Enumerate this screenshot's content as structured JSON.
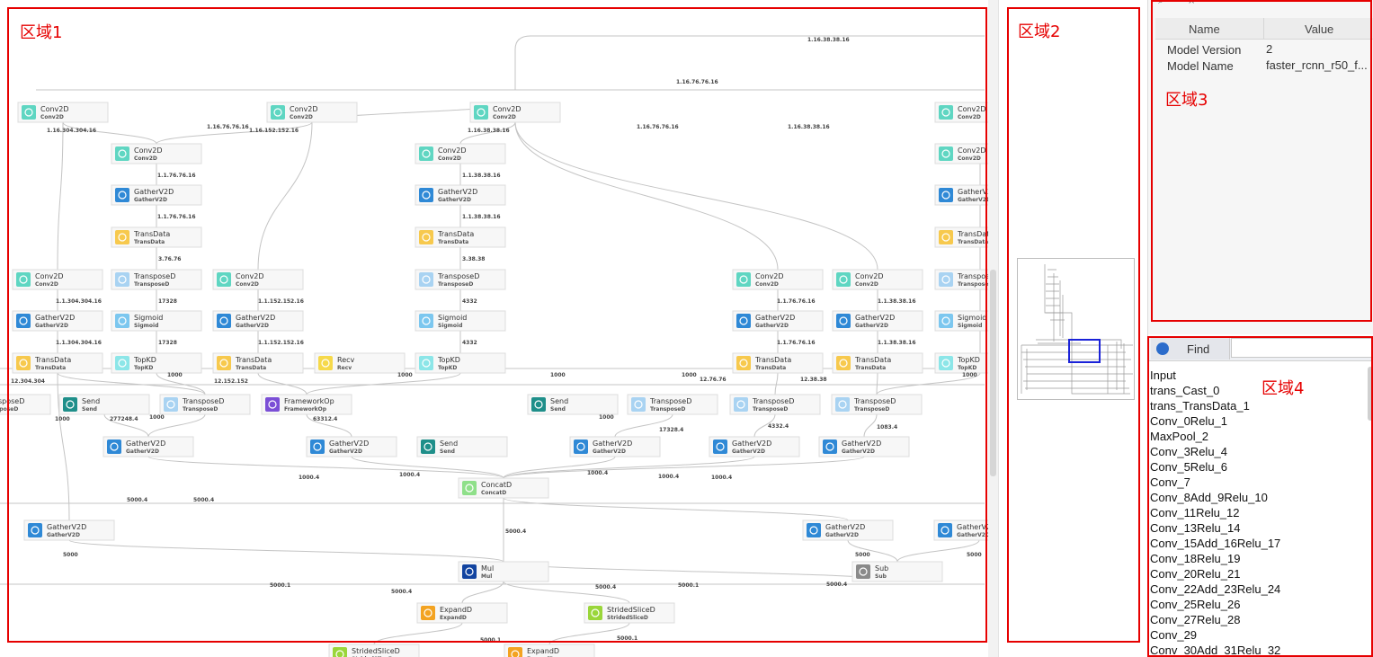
{
  "regions": {
    "r1": "区域1",
    "r2": "区域2",
    "r3": "区域3",
    "r4": "区域4"
  },
  "properties": {
    "columns": {
      "name": "Name",
      "value": "Value"
    },
    "rows": [
      {
        "name": "Model Version",
        "value": "2"
      },
      {
        "name": "Model Name",
        "value": "faster_rcnn_r50_f..."
      }
    ]
  },
  "find": {
    "tab_label": "Find",
    "input_value": "",
    "items": [
      "Input",
      "trans_Cast_0",
      "trans_TransData_1",
      "Conv_0Relu_1",
      "MaxPool_2",
      "Conv_3Relu_4",
      "Conv_5Relu_6",
      "Conv_7",
      "Conv_8Add_9Relu_10",
      "Conv_11Relu_12",
      "Conv_13Relu_14",
      "Conv_15Add_16Relu_17",
      "Conv_18Relu_19",
      "Conv_20Relu_21",
      "Conv_22Add_23Relu_24",
      "Conv_25Relu_26",
      "Conv_27Relu_28",
      "Conv_29",
      "Conv_30Add_31Relu_32"
    ]
  },
  "graph": {
    "ops": {
      "Conv2D": {
        "sub": "Conv2D",
        "color": "#5fd6c2"
      },
      "GatherV2D": {
        "sub": "GatherV2D",
        "color": "#2f89d6"
      },
      "TransData": {
        "sub": "TransData",
        "color": "#f7c94d"
      },
      "TransposeD": {
        "sub": "TransposeD",
        "color": "#a9d3f2"
      },
      "Sigmoid": {
        "sub": "Sigmoid",
        "color": "#7cc7ef"
      },
      "TopKD": {
        "sub": "TopKD",
        "color": "#8ce6e8"
      },
      "Recv": {
        "sub": "Recv",
        "color": "#f6d94a"
      },
      "Send": {
        "sub": "Send",
        "color": "#1f8f8a"
      },
      "FrameworkOp": {
        "sub": "FrameworkOp",
        "color": "#7b4fd6"
      },
      "ConcatD": {
        "sub": "ConcatD",
        "color": "#8fe08a"
      },
      "Mul": {
        "sub": "Mul",
        "color": "#1244a0"
      },
      "Sub": {
        "sub": "Sub",
        "color": "#8a8a8a"
      },
      "ExpandD": {
        "sub": "ExpandD",
        "color": "#f3a321"
      },
      "StridedSliceD": {
        "sub": "StridedSliceD",
        "color": "#9ad63a"
      }
    },
    "nodes": [
      {
        "id": "c1",
        "op": "Conv2D"
      },
      {
        "id": "c2",
        "op": "Conv2D"
      },
      {
        "id": "c3",
        "op": "Conv2D"
      },
      {
        "id": "c4",
        "op": "Conv2D"
      },
      {
        "id": "c5",
        "op": "Conv2D"
      },
      {
        "id": "c6",
        "op": "Conv2D"
      },
      {
        "id": "c7",
        "op": "Conv2D"
      },
      {
        "id": "g1",
        "op": "GatherV2D"
      },
      {
        "id": "g2",
        "op": "GatherV2D"
      },
      {
        "id": "g3",
        "op": "GatherV2D"
      },
      {
        "id": "t1",
        "op": "TransData"
      },
      {
        "id": "t2",
        "op": "TransData"
      },
      {
        "id": "t3",
        "op": "TransData"
      },
      {
        "id": "c8",
        "op": "Conv2D"
      },
      {
        "id": "tr1",
        "op": "TransposeD"
      },
      {
        "id": "c9",
        "op": "Conv2D"
      },
      {
        "id": "tr2",
        "op": "TransposeD"
      },
      {
        "id": "c10",
        "op": "Conv2D"
      },
      {
        "id": "c11",
        "op": "Conv2D"
      },
      {
        "id": "tr3",
        "op": "TransposeD"
      },
      {
        "id": "g4",
        "op": "GatherV2D"
      },
      {
        "id": "s1",
        "op": "Sigmoid"
      },
      {
        "id": "g5",
        "op": "GatherV2D"
      },
      {
        "id": "s2",
        "op": "Sigmoid"
      },
      {
        "id": "g6",
        "op": "GatherV2D"
      },
      {
        "id": "g7",
        "op": "GatherV2D"
      },
      {
        "id": "s3",
        "op": "Sigmoid"
      },
      {
        "id": "t4",
        "op": "TransData"
      },
      {
        "id": "k1",
        "op": "TopKD"
      },
      {
        "id": "t5",
        "op": "TransData"
      },
      {
        "id": "r1",
        "op": "Recv"
      },
      {
        "id": "k2",
        "op": "TopKD"
      },
      {
        "id": "t6",
        "op": "TransData"
      },
      {
        "id": "t7",
        "op": "TransData"
      },
      {
        "id": "k3",
        "op": "TopKD"
      },
      {
        "id": "tr4",
        "op": "TransposeD"
      },
      {
        "id": "sd1",
        "op": "Send"
      },
      {
        "id": "tr5",
        "op": "TransposeD"
      },
      {
        "id": "fo1",
        "op": "FrameworkOp"
      },
      {
        "id": "sd2",
        "op": "Send"
      },
      {
        "id": "tr6",
        "op": "TransposeD"
      },
      {
        "id": "tr7",
        "op": "TransposeD"
      },
      {
        "id": "tr8",
        "op": "TransposeD"
      },
      {
        "id": "g8",
        "op": "GatherV2D"
      },
      {
        "id": "g9",
        "op": "GatherV2D"
      },
      {
        "id": "sd3",
        "op": "Send"
      },
      {
        "id": "g10",
        "op": "GatherV2D"
      },
      {
        "id": "g11",
        "op": "GatherV2D"
      },
      {
        "id": "g12",
        "op": "GatherV2D"
      },
      {
        "id": "cc1",
        "op": "ConcatD"
      },
      {
        "id": "g13",
        "op": "GatherV2D"
      },
      {
        "id": "g14",
        "op": "GatherV2D"
      },
      {
        "id": "g15",
        "op": "GatherV2D"
      },
      {
        "id": "m1",
        "op": "Mul"
      },
      {
        "id": "sb1",
        "op": "Sub"
      },
      {
        "id": "e1",
        "op": "ExpandD"
      },
      {
        "id": "ss1",
        "op": "StridedSliceD"
      },
      {
        "id": "ss2",
        "op": "StridedSliceD"
      },
      {
        "id": "e2",
        "op": "ExpandD"
      }
    ],
    "edge_labels": [
      "1.16.38.38.16",
      "1.16.76.76.16",
      "1.16.76.76.16",
      "1.16.152.152.16",
      "1.16.38.38.16",
      "1.16.76.76.16",
      "1.16.38.38.16",
      "1.16.304.304.16",
      "1.1.76.76.16",
      "1.1.76.76.16",
      "1.1.38.38.16",
      "1.1.38.38.16",
      "3.76.76",
      "3.38.38",
      "17328",
      "4332",
      "17328",
      "4332",
      "1.1.304.304.16",
      "1.1.304.304.16",
      "1.1.152.152.16",
      "1.1.152.152.16",
      "1.1.76.76.16",
      "1.1.76.76.16",
      "1.1.38.38.16",
      "1.1.38.38.16",
      "12.304.304",
      "12.152.152",
      "1000",
      "1000",
      "1000",
      "1000",
      "12.76.76",
      "12.38.38",
      "1000",
      "277248.4",
      "63312.4",
      "17328.4",
      "4332.4",
      "1083.4",
      "1000.4",
      "1000.4",
      "1000.4",
      "1000.4",
      "1000.4",
      "5000.4",
      "5000.4",
      "5000.4",
      "5000",
      "5000",
      "5000",
      "5000.1",
      "5000.4",
      "5000.4",
      "5000.1",
      "5000.4",
      "5000.1",
      "5000.1",
      "1000",
      "1000",
      "1000"
    ]
  }
}
